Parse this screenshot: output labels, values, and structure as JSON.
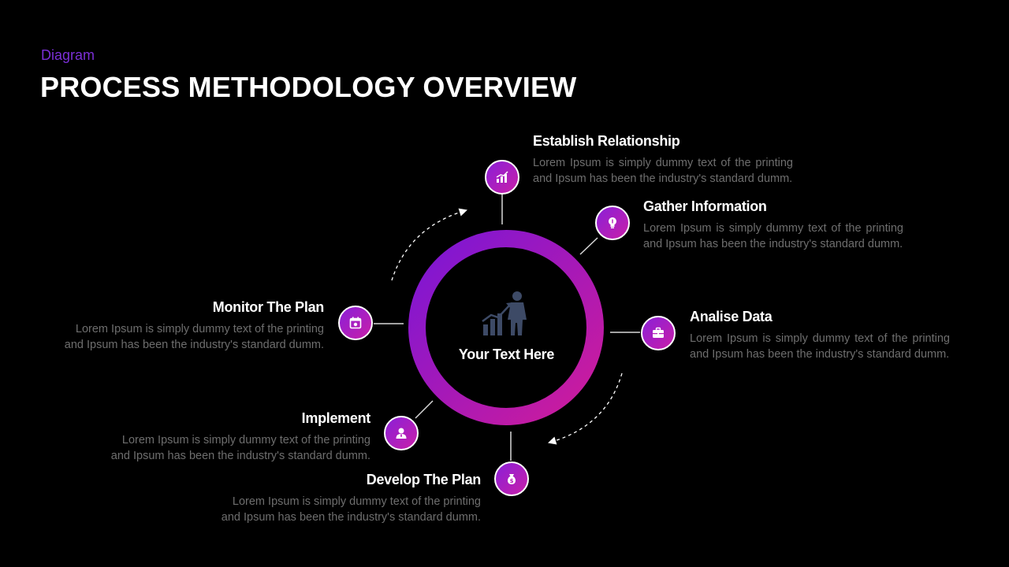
{
  "header": {
    "subtitle": "Diagram",
    "title": "PROCESS METHODOLOGY OVERVIEW"
  },
  "center": {
    "label": "Your Text Here",
    "icon": "businessman-growth-chart-icon"
  },
  "steps": [
    {
      "title": "Establish Relationship",
      "body": "Lorem Ipsum is simply dummy text of the printing and Ipsum has been the industry's standard dumm.",
      "icon": "chart-icon"
    },
    {
      "title": "Gather Information",
      "body": "Lorem Ipsum is simply dummy text of the printing and Ipsum has been the industry's standard dumm.",
      "icon": "lightbulb-icon"
    },
    {
      "title": "Analise Data",
      "body": "Lorem Ipsum is simply dummy text of the printing and Ipsum has been the industry's standard dumm.",
      "icon": "briefcase-icon"
    },
    {
      "title": "Develop The Plan",
      "body": "Lorem Ipsum is simply dummy text of the printing and Ipsum has been the industry's standard dumm.",
      "icon": "money-bag-icon"
    },
    {
      "title": "Implement",
      "body": "Lorem Ipsum is simply dummy text of the printing and Ipsum has been the industry's standard dumm.",
      "icon": "user-icon"
    },
    {
      "title": "Monitor The Plan",
      "body": "Lorem Ipsum is simply dummy text of the printing and Ipsum has been the industry's standard dumm.",
      "icon": "calendar-icon"
    }
  ],
  "colors": {
    "accent_purple": "#7b2fd6",
    "ring_start": "#7a16d6",
    "ring_end": "#d01c9a",
    "background": "#000000"
  }
}
